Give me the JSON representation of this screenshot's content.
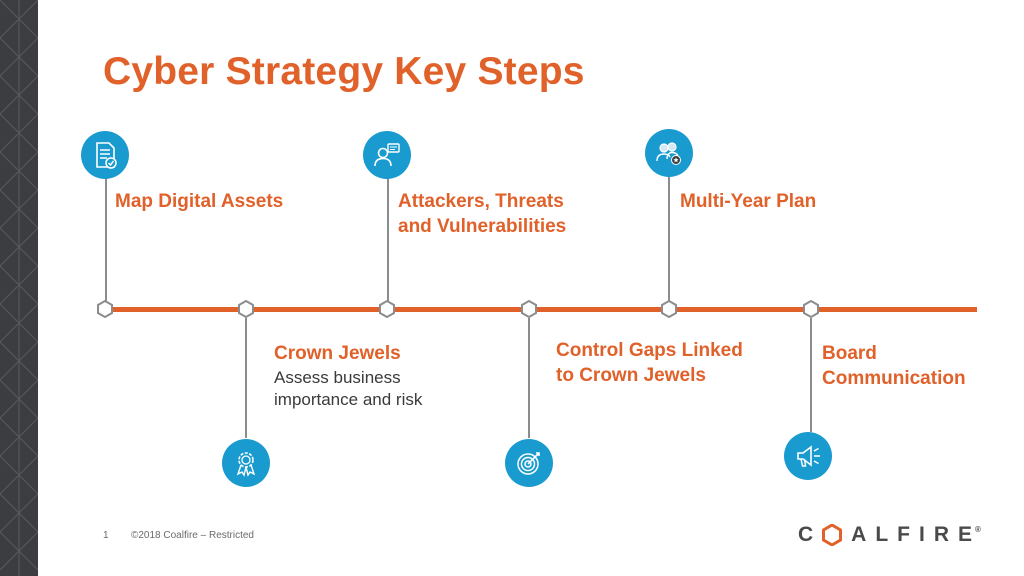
{
  "slide": {
    "title": "Cyber Strategy Key Steps",
    "page_number": "1",
    "footer": "©2018 Coalfire – Restricted"
  },
  "logo": {
    "text_before": "C",
    "text_after": "ALFIRE",
    "reg": "®"
  },
  "steps": [
    {
      "label_line1": "Map Digital Assets",
      "icon": "document-check-icon"
    },
    {
      "label_line1": "Crown Jewels",
      "sub_line1": "Assess business",
      "sub_line2": "importance and risk",
      "icon": "award-ribbon-icon"
    },
    {
      "label_line1": "Attackers, Threats",
      "label_line2": "and Vulnerabilities",
      "icon": "person-chat-icon"
    },
    {
      "label_line1": "Control Gaps Linked",
      "label_line2": "to Crown Jewels",
      "icon": "target-icon"
    },
    {
      "label_line1": "Multi-Year Plan",
      "icon": "team-star-icon"
    },
    {
      "label_line1": "Board",
      "label_line2": "Communication",
      "icon": "megaphone-icon"
    }
  ],
  "colors": {
    "accent_orange": "#e0612a",
    "icon_blue": "#1a9bd0",
    "connector_gray": "#8a8c8f",
    "sidebar_dark": "#3b3d41"
  }
}
